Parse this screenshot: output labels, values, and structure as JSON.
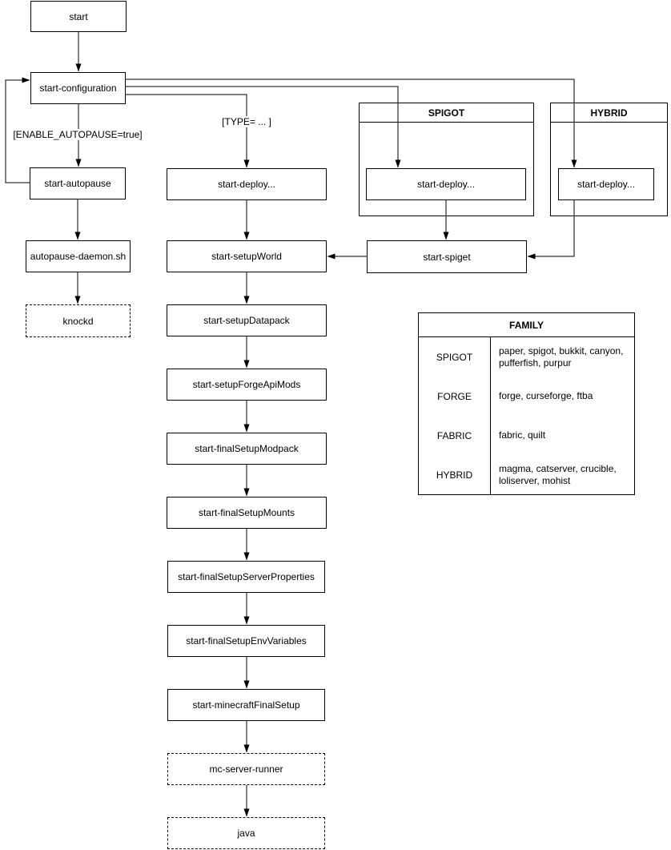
{
  "diagram": {
    "nodes": {
      "start": "start",
      "start_configuration": "start-configuration",
      "start_autopause": "start-autopause",
      "autopause_daemon": "autopause-daemon.sh",
      "knockd": "knockd",
      "spigot_deploy": "start-deploy...",
      "hybrid_deploy": "start-deploy...",
      "start_spiget": "start-spiget"
    },
    "main_chain": [
      "start-deploy...",
      "start-setupWorld",
      "start-setupDatapack",
      "start-setupForgeApiMods",
      "start-finalSetupModpack",
      "start-finalSetupMounts",
      "start-finalSetupServerProperties",
      "start-finalSetupEnvVariables",
      "start-minecraftFinalSetup",
      "mc-server-runner",
      "java"
    ],
    "edge_labels": {
      "autopause_condition": "[ENABLE_AUTOPAUSE=true]",
      "type_condition": "[TYPE= ... ]"
    },
    "groups": {
      "spigot": "SPIGOT",
      "hybrid": "HYBRID"
    },
    "family_table": {
      "title": "FAMILY",
      "rows": [
        {
          "family": "SPIGOT",
          "members": "paper, spigot, bukkit, canyon, pufferfish, purpur"
        },
        {
          "family": "FORGE",
          "members": "forge, curseforge, ftba"
        },
        {
          "family": "FABRIC",
          "members": "fabric, quilt"
        },
        {
          "family": "HYBRID",
          "members": "magma, catserver, crucible, loliserver, mohist"
        }
      ]
    },
    "colors": {
      "stroke": "#000000",
      "background": "#ffffff"
    }
  }
}
